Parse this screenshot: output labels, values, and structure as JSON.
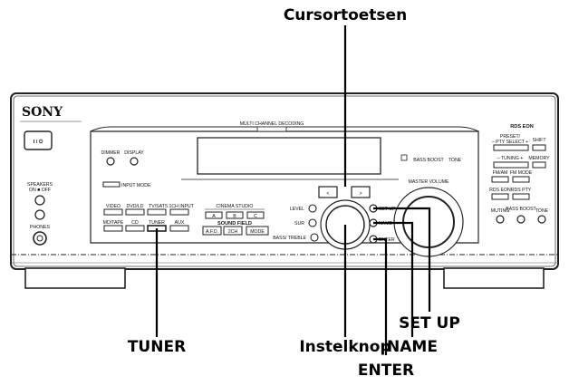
{
  "callouts": {
    "cursor_keys": "Cursortoetsen",
    "tuner": "TUNER",
    "dial": "Instelknop",
    "setup": "SET UP",
    "name": "NAME",
    "enter": "ENTER"
  },
  "panel": {
    "brand": "SONY",
    "multi_channel": "MULTI CHANNEL DECODING",
    "dimmer": "DIMMER",
    "display": "DISPLAY",
    "input_mode": "INPUT MODE",
    "speakers": "SPEAKERS",
    "speakers_on_off": "ON ■ OFF",
    "phones": "PHONES",
    "power_symbol": "I / ⏻",
    "inputs_top": [
      "VIDEO",
      "DVD/LD",
      "TV/SAT",
      "5.1CH INPUT"
    ],
    "inputs_bottom": [
      "MD/TAPE",
      "CD",
      "TUNER",
      "AUX"
    ],
    "cinema_studio": "CINEMA STUDIO",
    "cinema_abc": [
      "A",
      "B",
      "C"
    ],
    "sound_field": "SOUND FIELD",
    "sf_buttons": [
      "A.F.D.",
      "2CH",
      "MODE"
    ],
    "level": "LEVEL",
    "sur": "SUR",
    "bass_treble": "BASS/ TREBLE",
    "cursor_left": "<",
    "cursor_right": ">",
    "master_volume": "MASTER VOLUME",
    "setup_small": "SET UP",
    "name_small": "NAME",
    "enter_small": "ENTER",
    "bass_boost": "BASS BOOST",
    "tone": "TONE",
    "preset": "PRESET/",
    "pty_select": "– PTY SELECT +",
    "shift": "SHIFT",
    "tuning": "– TUNING +",
    "memory": "MEMORY",
    "fm_am": "FM/AM",
    "fm_mode": "FM MODE",
    "rds_eon": "RDS EON",
    "rds_pty": "RDS PTY",
    "muting": "MUTING",
    "bass_boost2": "BASS BOOST",
    "tone2": "TONE",
    "rds_logo": "RDS EON"
  }
}
